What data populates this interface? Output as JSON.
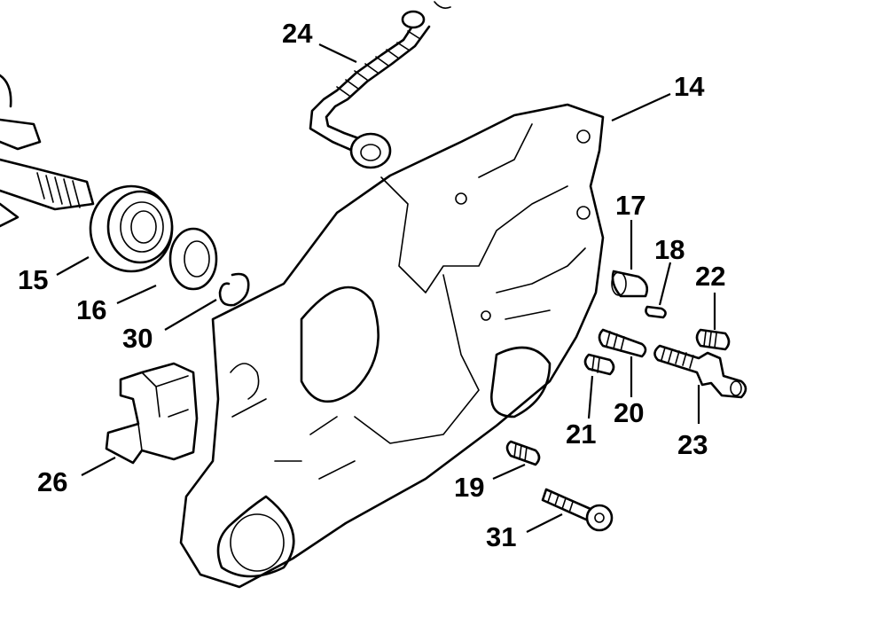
{
  "labels": {
    "p14": "14",
    "p15": "15",
    "p16": "16",
    "p17": "17",
    "p18": "18",
    "p19": "19",
    "p20": "20",
    "p21": "21",
    "p22": "22",
    "p23": "23",
    "p24": "24",
    "p26": "26",
    "p30": "30",
    "p31": "31"
  },
  "colors": {
    "line": "#000000",
    "highlight": "#F58220",
    "background": "#FFFFFF"
  },
  "highlighted_part": "23"
}
